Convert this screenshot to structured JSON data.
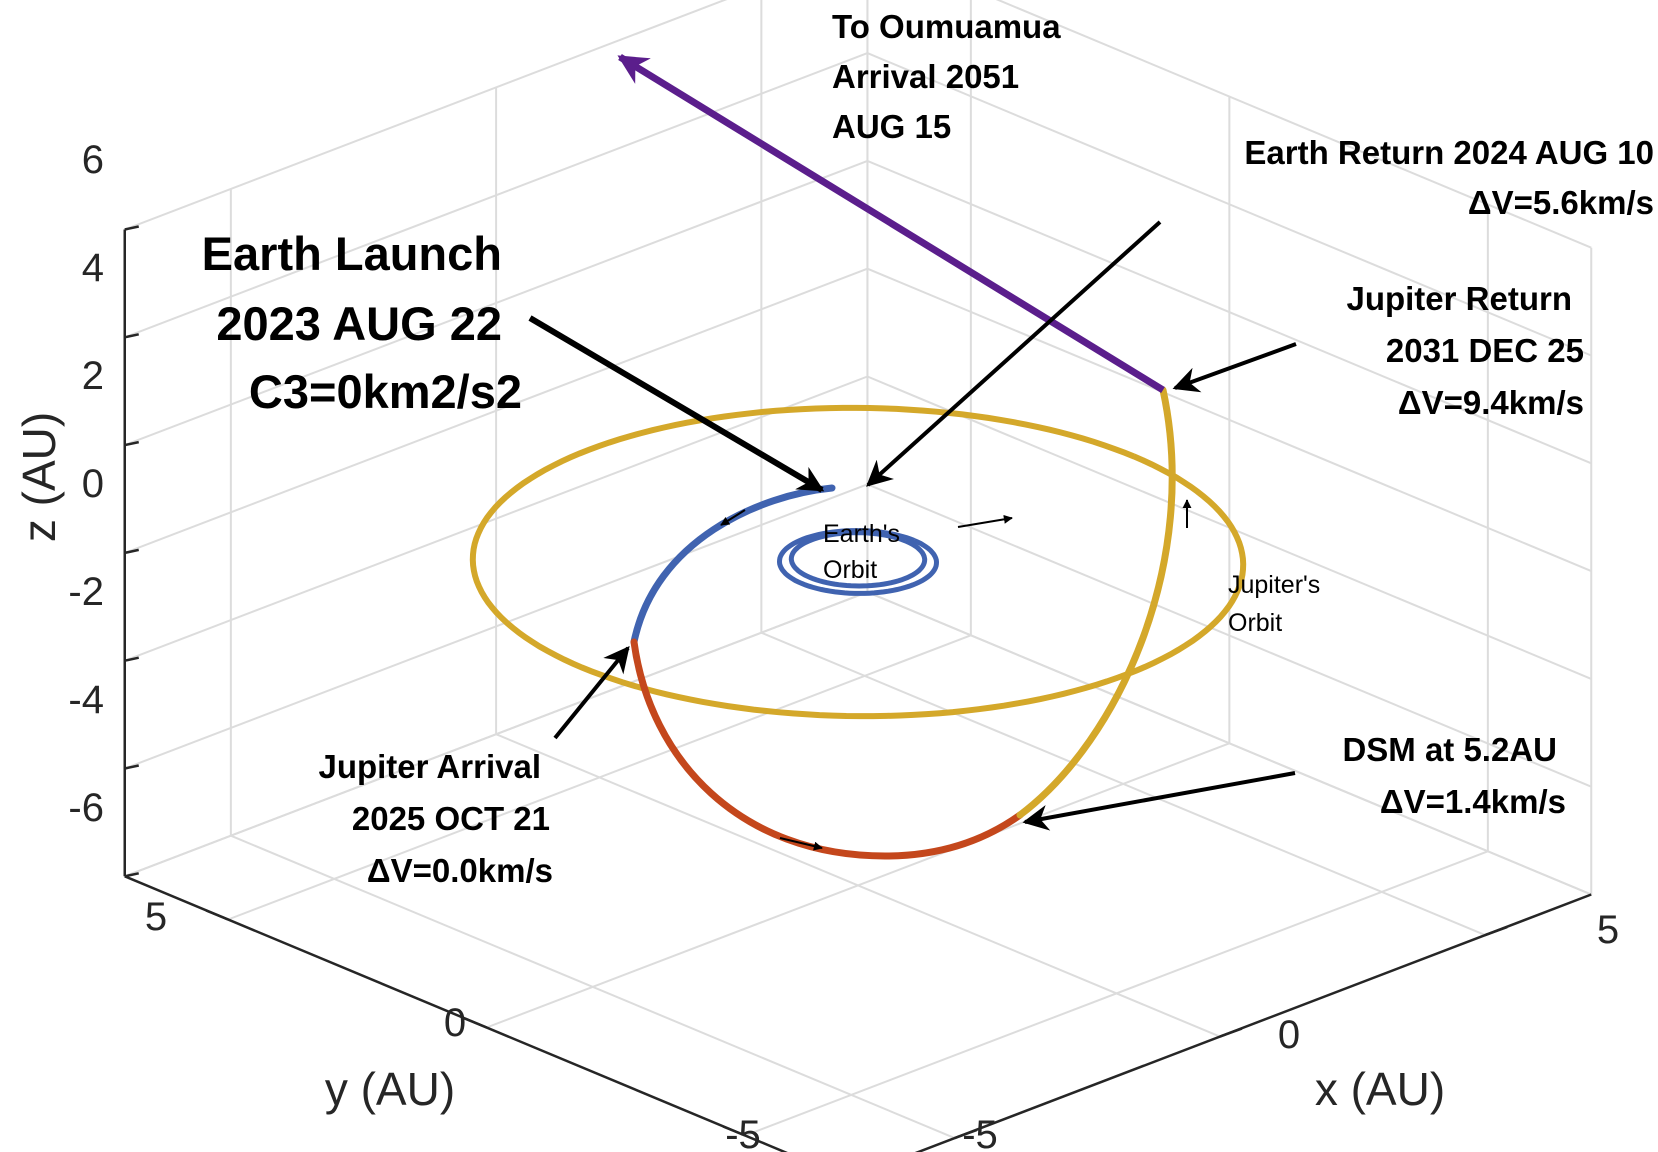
{
  "chart_data": {
    "type": "line",
    "projection": "3d",
    "grid": true,
    "xlabel": "x (AU)",
    "ylabel": "y (AU)",
    "zlabel": "z (AU)",
    "xlim": [
      -7,
      7
    ],
    "ylim": [
      -7,
      7
    ],
    "zlim": [
      -6,
      6
    ],
    "x_ticks": [
      "-5",
      "0",
      "5"
    ],
    "y_ticks": [
      "5",
      "0",
      "-5"
    ],
    "z_ticks": [
      "6",
      "4",
      "2",
      "0",
      "-2",
      "-4",
      "-6"
    ],
    "series": [
      {
        "name": "Earth's Orbit",
        "color": "#4063b0",
        "radius_au": 1.0,
        "z_au": 0
      },
      {
        "name": "Jupiter's Orbit",
        "color": "#d4a82a",
        "radius_au": 5.2,
        "z_au": 0
      },
      {
        "color": "#4063b0",
        "segment": "Earth Launch to Jupiter Arrival"
      },
      {
        "color": "#c4471c",
        "segment": "Jupiter Arrival to DSM"
      },
      {
        "color": "#d4a82a",
        "segment": "DSM to Jupiter Return"
      },
      {
        "color": "#5b1e8c",
        "segment": "Jupiter Return to Oumuamua"
      }
    ],
    "annotations": [
      {
        "lines": [
          "To Oumuamua",
          "Arrival 2051",
          "AUG 15"
        ]
      },
      {
        "lines": [
          "Earth Return 2024 AUG 10",
          "ΔV=5.6km/s"
        ]
      },
      {
        "lines": [
          "Earth Launch",
          "2023 AUG 22",
          "C3=0km2/s2"
        ]
      },
      {
        "lines": [
          "Jupiter Return",
          "2031 DEC 25",
          "ΔV=9.4km/s"
        ]
      },
      {
        "lines": [
          "Jupiter Arrival",
          "2025 OCT 21",
          "ΔV=0.0km/s"
        ]
      },
      {
        "lines": [
          "DSM at 5.2AU",
          "ΔV=1.4km/s"
        ]
      }
    ],
    "orbit_labels": [
      {
        "lines": [
          "Earth's",
          "Orbit"
        ]
      },
      {
        "lines": [
          "Jupiter's",
          "Orbit"
        ]
      }
    ]
  }
}
